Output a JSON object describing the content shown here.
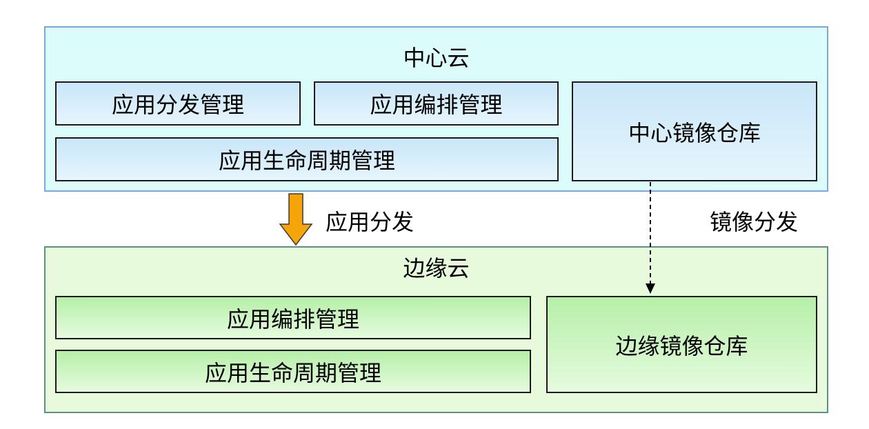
{
  "center_cloud": {
    "title": "中心云",
    "app_distribution_mgmt": "应用分发管理",
    "app_orchestration_mgmt": "应用编排管理",
    "app_lifecycle_mgmt": "应用生命周期管理",
    "central_image_repo": "中心镜像仓库"
  },
  "edge_cloud": {
    "title": "边缘云",
    "app_orchestration_mgmt": "应用编排管理",
    "app_lifecycle_mgmt": "应用生命周期管理",
    "edge_image_repo": "边缘镜像仓库"
  },
  "flows": {
    "app_distribution": "应用分发",
    "image_distribution": "镜像分发"
  },
  "colors": {
    "center_bg": "#dcfbfb",
    "center_border": "#7aa8d8",
    "edge_bg": "#e7fbdc",
    "edge_border": "#5a9180",
    "arrow_fill": "#f5a50a"
  }
}
